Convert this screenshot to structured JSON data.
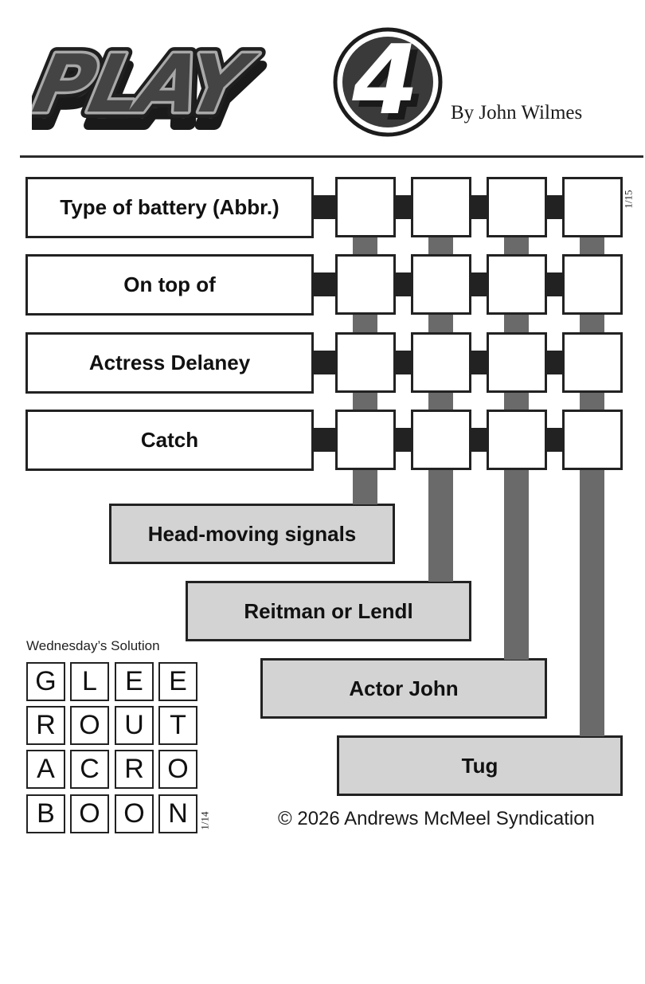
{
  "header": {
    "logo_text": "PLAY",
    "logo_number": "4",
    "byline": "By John Wilmes"
  },
  "puzzle": {
    "date_tag": "1/15",
    "row_clues": [
      {
        "label": "Type of battery (Abbr.)"
      },
      {
        "label": "On top of"
      },
      {
        "label": "Actress Delaney"
      },
      {
        "label": "Catch"
      }
    ],
    "column_clues": [
      {
        "label": "Head-moving signals"
      },
      {
        "label": "Reitman or Lendl"
      },
      {
        "label": "Actor John"
      },
      {
        "label": "Tug"
      }
    ],
    "grid": [
      [
        "",
        "",
        "",
        ""
      ],
      [
        "",
        "",
        "",
        ""
      ],
      [
        "",
        "",
        "",
        ""
      ],
      [
        "",
        "",
        "",
        ""
      ]
    ]
  },
  "solution": {
    "title": "Wednesday’s Solution",
    "date_tag": "1/14",
    "grid": [
      [
        "G",
        "L",
        "E",
        "E"
      ],
      [
        "R",
        "O",
        "U",
        "T"
      ],
      [
        "A",
        "C",
        "R",
        "O"
      ],
      [
        "B",
        "O",
        "O",
        "N"
      ]
    ]
  },
  "footer": {
    "copyright": "© 2026 Andrews McMeel Syndication"
  },
  "colors": {
    "border": "#222222",
    "stem": "#6a6a6a",
    "column_clue_fill": "#d3d3d3",
    "logo_fill": "#3a3a3a",
    "logo_outline": "#a8a8a8"
  }
}
